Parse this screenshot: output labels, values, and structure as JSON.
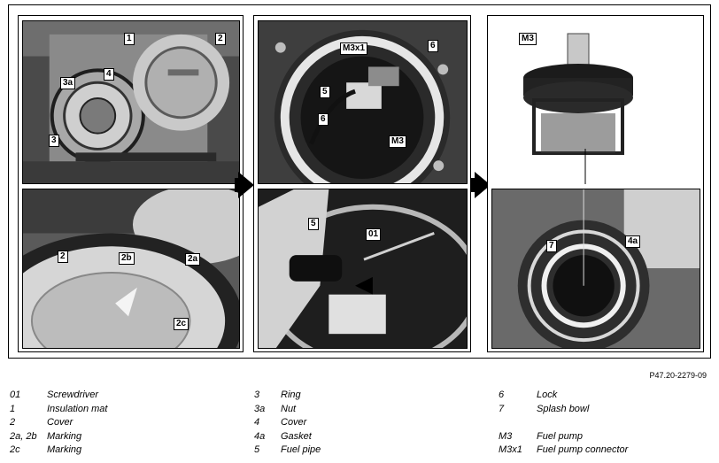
{
  "figure_ref": "P47.20-2279-09",
  "callouts": {
    "p1": [
      "1",
      "2",
      "3a",
      "4",
      "3"
    ],
    "p2": [
      "2",
      "2b",
      "2a",
      "2c"
    ],
    "p3": [
      "M3x1",
      "6",
      "5",
      "6",
      "M3"
    ],
    "p4": [
      "5",
      "01"
    ],
    "p5": [
      "M3"
    ],
    "p6": [
      "7",
      "4a"
    ]
  },
  "legend": {
    "col1": [
      {
        "code": "01",
        "text": "Screwdriver"
      },
      {
        "code": "1",
        "text": "Insulation mat"
      },
      {
        "code": "2",
        "text": "Cover"
      },
      {
        "code": "2a, 2b",
        "text": "Marking"
      },
      {
        "code": "2c",
        "text": "Marking"
      }
    ],
    "col2": [
      {
        "code": "3",
        "text": "Ring"
      },
      {
        "code": "3a",
        "text": "Nut"
      },
      {
        "code": "4",
        "text": "Cover"
      },
      {
        "code": "4a",
        "text": "Gasket"
      },
      {
        "code": "5",
        "text": "Fuel pipe"
      }
    ],
    "col3": [
      {
        "code": "6",
        "text": "Lock"
      },
      {
        "code": "7",
        "text": "Splash bowl"
      },
      {
        "code": "",
        "text": ""
      },
      {
        "code": "M3",
        "text": "Fuel pump"
      },
      {
        "code": "M3x1",
        "text": "Fuel pump connector"
      }
    ]
  }
}
